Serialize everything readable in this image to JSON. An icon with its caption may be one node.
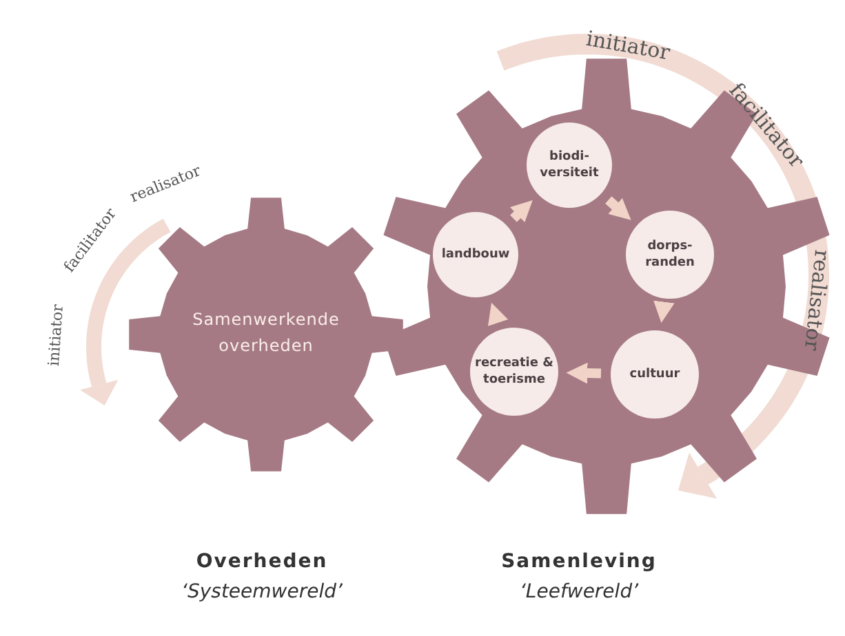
{
  "diagram": {
    "nodes": [
      {
        "text": [
          "Samenwerkende overheden"
        ],
        "beside": [
          "Overheden",
          "‘Systeemwereld’"
        ]
      },
      {
        "text": [],
        "shape": "gear",
        "beside": [
          "Samenleving",
          "‘Leefwereld’"
        ]
      },
      {
        "text": [
          "biodi- versiteit"
        ],
        "in": 1
      },
      {
        "text": [
          "dorps- randen"
        ],
        "in": 1
      },
      {
        "text": [
          "cultuur"
        ],
        "in": 1
      },
      {
        "text": [
          "recreatie & toerisme"
        ],
        "in": 1
      },
      {
        "text": [
          "landbouw"
        ],
        "in": 1
      }
    ],
    "edges": [
      {
        "from": 2,
        "to": 3,
        "arrow": "to"
      },
      {
        "from": 3,
        "to": 4,
        "arrow": "to"
      },
      {
        "from": 4,
        "to": 5,
        "arrow": "to"
      },
      {
        "from": 5,
        "to": 6,
        "arrow": "to"
      },
      {
        "from": 6,
        "to": 2,
        "arrow": "to"
      }
    ],
    "labels": [
      "initiator",
      "facilitator",
      "realisator",
      "realisator",
      "facilitator",
      "initiator"
    ]
  }
}
